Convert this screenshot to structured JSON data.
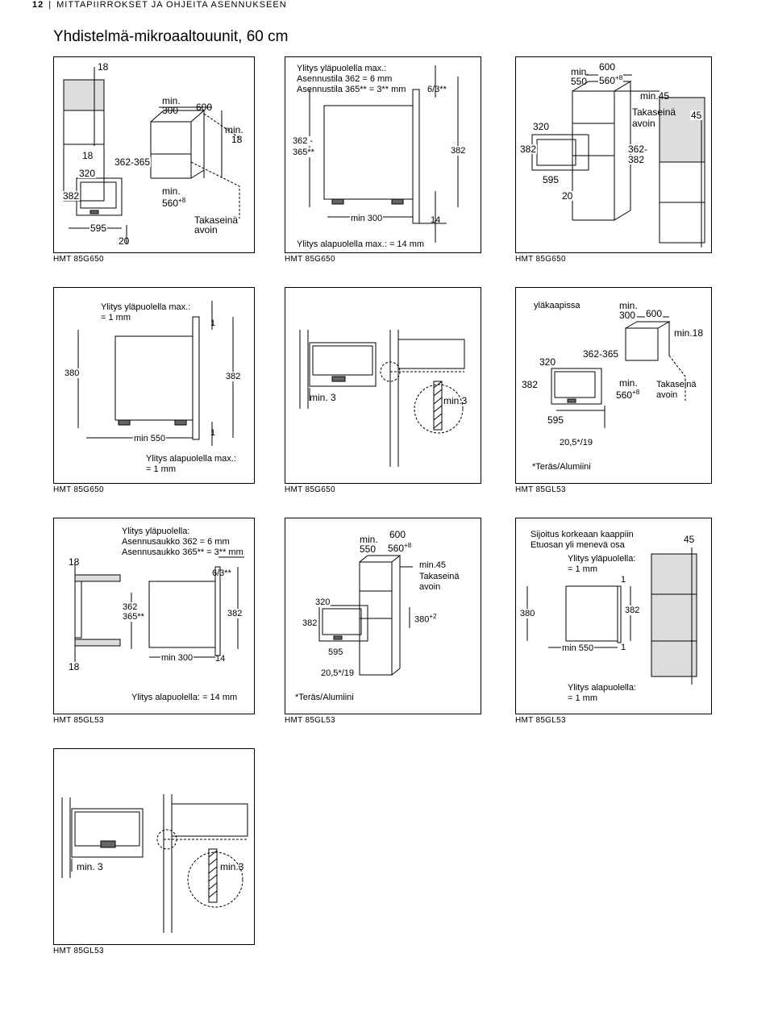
{
  "header": {
    "page_number": "12",
    "section": "MITTAPIIRROKSET JA OHJEITA ASENNUKSEEN"
  },
  "title": "Yhdistelmä-mikroaaltouunit, 60 cm",
  "panels": [
    {
      "caption": "HMT 85G650",
      "labels": {
        "a": "18",
        "b": "min.",
        "c": "300",
        "d": "600",
        "e": "min.",
        "f": "18",
        "g": "18",
        "h": "362-365",
        "i": "320",
        "j": "382",
        "k": "min.",
        "l": "560",
        "l_sup": "+8",
        "m": "Takaseinä",
        "n": "avoin",
        "o": "595",
        "p": "20"
      }
    },
    {
      "caption": "HMT 85G650",
      "labels": {
        "t1": "Ylitys yläpuolella max.:",
        "t2": "Asennustila 362 = 6 mm",
        "t3": "Asennustila 365** = 3** mm",
        "d1": "6/3**",
        "d2": "362 -",
        "d3": "365**",
        "d4": "382",
        "d5": "min 300",
        "d6": "14",
        "b1": "Ylitys alapuolella max.: = 14 mm"
      }
    },
    {
      "caption": "HMT 85G650",
      "labels": {
        "a": "min.",
        "b": "550",
        "c": "600",
        "d": "560",
        "d_sup": "+8",
        "e": "min.45",
        "f": "Takaseinä",
        "g": "avoin",
        "h": "45",
        "i": "320",
        "j": "382",
        "k": "362-",
        "l": "382",
        "m": "595",
        "n": "20"
      }
    },
    {
      "caption": "HMT 85G650",
      "labels": {
        "t1": "Ylitys yläpuolella max.:",
        "t2": "= 1 mm",
        "d1": "1",
        "d2": "380",
        "d3": "382",
        "d4": "min 550",
        "d5": "1",
        "b1": "Ylitys alapuolella max.:",
        "b2": "= 1 mm"
      }
    },
    {
      "caption": "HMT 85G650",
      "labels": {
        "a": "min. 3",
        "b": "min.3"
      }
    },
    {
      "caption": "HMT 85GL53",
      "labels": {
        "a": "yläkaapissa",
        "b": "min.",
        "c": "300",
        "d": "600",
        "e": "min.18",
        "f": "362-365",
        "g": "320",
        "h": "382",
        "i": "min.",
        "j": "560",
        "j_sup": "+8",
        "k": "Takaseinä",
        "l": "avoin",
        "m": "595",
        "n": "20,5*/19",
        "o": "*Teräs/Alumiini"
      }
    },
    {
      "caption": "HMT 85GL53",
      "labels": {
        "t1": "Ylitys yläpuolella:",
        "t2": "Asennusaukko 362 = 6 mm",
        "t3": "Asennusaukko 365** = 3** mm",
        "a": "18",
        "b": "6/3**",
        "c": "362",
        "d": "365**",
        "e": "382",
        "f": "18",
        "g": "min 300",
        "h": "14",
        "b1": "Ylitys alapuolella: = 14 mm"
      }
    },
    {
      "caption": "HMT 85GL53",
      "labels": {
        "a": "min.",
        "b": "550",
        "c": "600",
        "d": "560",
        "d_sup": "+8",
        "e": "min.45",
        "f": "Takaseinä",
        "g": "avoin",
        "h": "320",
        "i": "382",
        "j": "380",
        "j_sup": "+2",
        "k": "595",
        "l": "20,5*/19",
        "m": "*Teräs/Alumiini"
      }
    },
    {
      "caption": "HMT 85GL53",
      "labels": {
        "t1": "Sijoitus korkeaan kaappiin",
        "t2": "Etuosan yli menevä osa",
        "a": "45",
        "t3": "Ylitys yläpuolella:",
        "t4": "= 1 mm",
        "b": "1",
        "c": "380",
        "d": "382",
        "e": "min 550",
        "f": "1",
        "b1": "Ylitys alapuolella:",
        "b2": "= 1 mm"
      }
    },
    {
      "caption": "HMT 85GL53",
      "labels": {
        "a": "min. 3",
        "b": "min.3"
      }
    }
  ]
}
